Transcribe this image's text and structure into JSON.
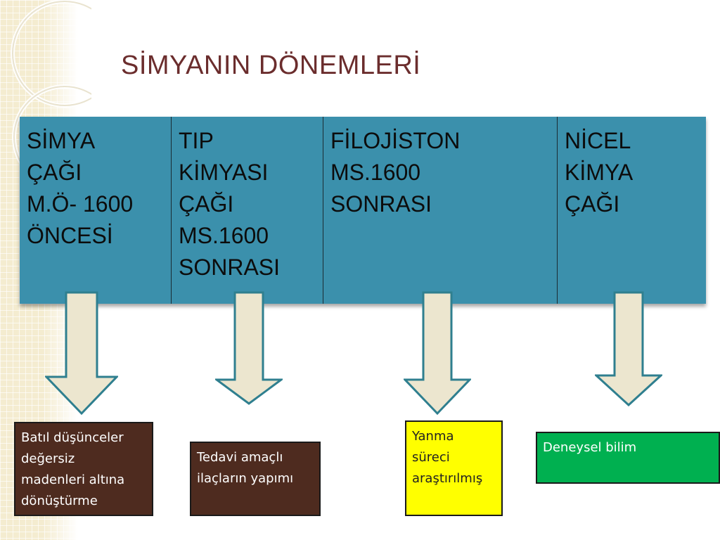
{
  "title": "SİMYANIN DÖNEMLERİ",
  "periods": [
    {
      "label": "SİMYA\nÇAĞI\nM.Ö- 1600\nÖNCESİ"
    },
    {
      "label": "TIP\nKİMYASI\nÇAĞI\nMS.1600\nSONRASI"
    },
    {
      "label": "FİLOJİSTON\nMS.1600\nSONRASI"
    },
    {
      "label": "NİCEL\nKİMYA\nÇAĞI"
    }
  ],
  "descriptions": [
    {
      "text": "Batıl düşünceler\ndeğersiz\nmadenleri altına\ndönüştürme",
      "bg": "#4e2b1f",
      "color": "#ffffff"
    },
    {
      "text": "Tedavi amaçlı\nilaçların yapımı",
      "bg": "#4e2b1f",
      "color": "#ffffff"
    },
    {
      "text": "Yanma\nsüreci\naraştırılmış",
      "bg": "#ffff00",
      "color": "#222222"
    },
    {
      "text": "Deneysel bilim",
      "bg": "#00b050",
      "color": "#ffffff"
    }
  ],
  "colors": {
    "table_bg": "#3b90ac",
    "arrow_fill": "#ece6cf",
    "arrow_stroke": "#2f7f8f",
    "title": "#6b2d2d"
  }
}
